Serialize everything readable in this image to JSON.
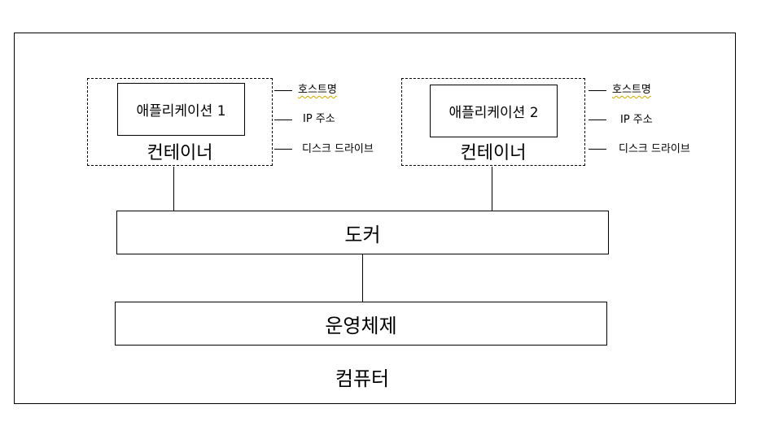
{
  "computer": {
    "label": "컴퓨터"
  },
  "containers": [
    {
      "app": "애플리케이션 1",
      "label": "컨테이너",
      "attributes": [
        "호스트명",
        "IP 주소",
        "디스크 드라이브"
      ]
    },
    {
      "app": "애플리케이션 2",
      "label": "컨테이너",
      "attributes": [
        "호스트명",
        "IP 주소",
        "디스크 드라이브"
      ]
    }
  ],
  "docker": {
    "label": "도커"
  },
  "os": {
    "label": "운영체제"
  }
}
